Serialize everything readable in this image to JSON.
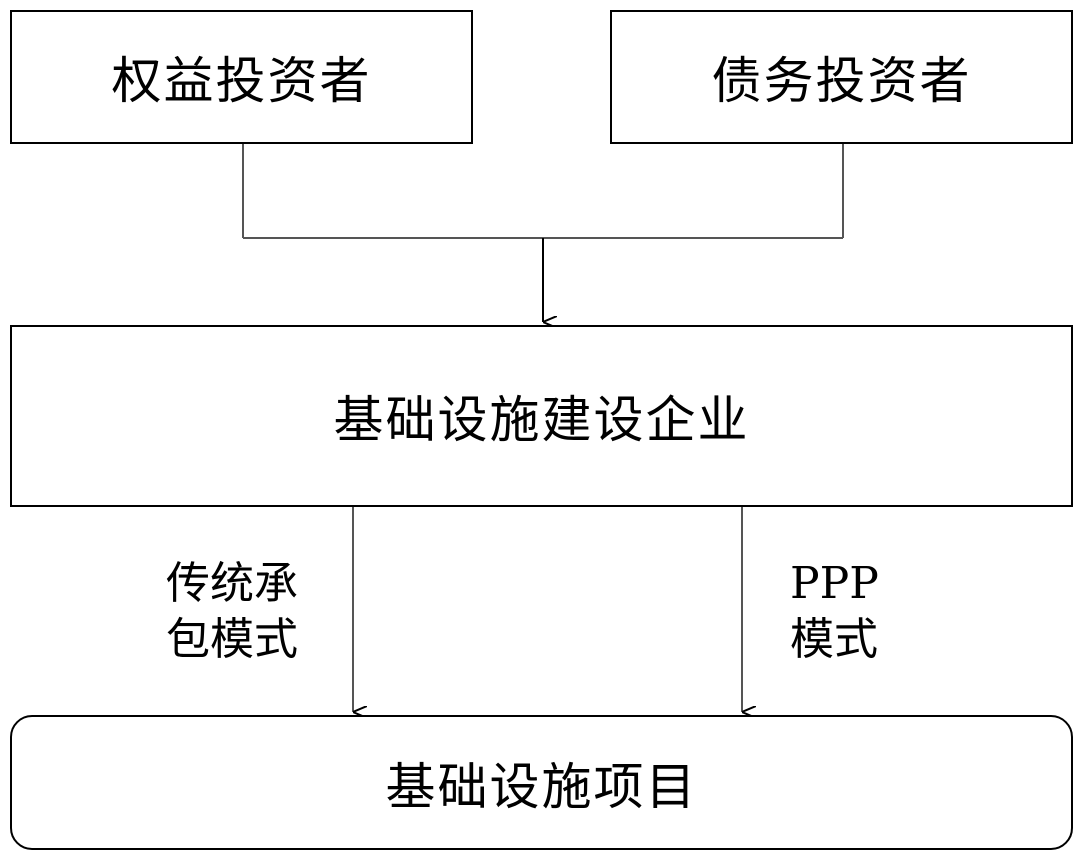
{
  "diagram": {
    "nodes": {
      "equity_investors": {
        "label": "权益投资者"
      },
      "debt_investors": {
        "label": "债务投资者"
      },
      "infrastructure_enterprise": {
        "label": "基础设施建设企业"
      },
      "infrastructure_project": {
        "label": "基础设施项目"
      }
    },
    "edges": {
      "traditional": {
        "line1": "传统承",
        "line2": "包模式"
      },
      "ppp": {
        "line1": "PPP",
        "line2": "模式"
      }
    }
  }
}
